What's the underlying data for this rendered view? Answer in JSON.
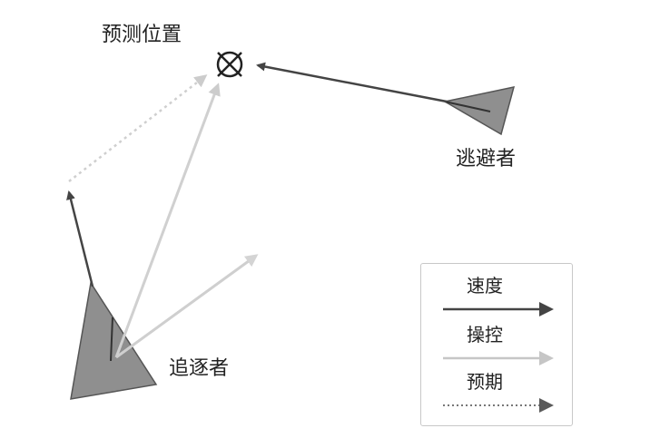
{
  "labels": {
    "predicted_position": "预测位置",
    "evader": "逃避者",
    "pursuer": "追逐者"
  },
  "legend": {
    "items": [
      {
        "label": "速度",
        "color": "#444444",
        "style": "solid"
      },
      {
        "label": "操控",
        "color": "#bdbdbd",
        "style": "solid"
      },
      {
        "label": "预期",
        "color": "#5a5a5a",
        "style": "dotted"
      }
    ]
  },
  "colors": {
    "velocity": "#444444",
    "steering": "#bdbdbd",
    "desired": "#c8c8c8",
    "triangle_fill": "#8f8f8f",
    "triangle_stroke": "#555555"
  }
}
